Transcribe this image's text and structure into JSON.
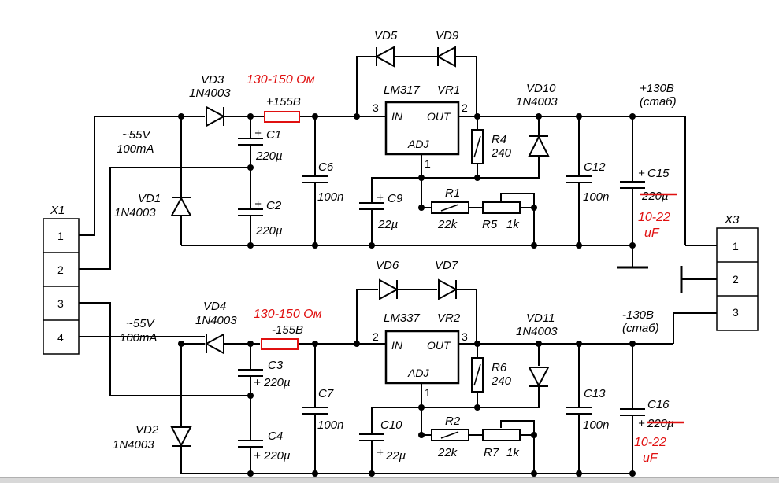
{
  "connectors": {
    "x1": {
      "name": "X1",
      "pins": [
        "1",
        "2",
        "3",
        "4"
      ]
    },
    "x3": {
      "name": "X3",
      "pins": [
        "1",
        "2",
        "3"
      ]
    }
  },
  "supply": {
    "upper_ac": "~55V",
    "upper_current": "100mA",
    "lower_ac": "~55V",
    "lower_current": "100mA"
  },
  "rails": {
    "upper_raw": "+155B",
    "lower_raw": "-155B",
    "upper_out": "+130B",
    "upper_out_note": "(стаб)",
    "lower_out": "-130B",
    "lower_out_note": "(стаб)"
  },
  "notes": {
    "resistor_upper": "130-150 Ом",
    "resistor_lower": "130-150 Ом",
    "c15_new": "10-22",
    "c15_unit": "uF",
    "c16_new": "10-22",
    "c16_unit": "uF"
  },
  "regulators": {
    "vr1": {
      "name": "VR1",
      "part": "LM317",
      "in": "IN",
      "out": "OUT",
      "adj": "ADJ",
      "pin_in": "3",
      "pin_out": "2",
      "pin_adj": "1"
    },
    "vr2": {
      "name": "VR2",
      "part": "LM337",
      "in": "IN",
      "out": "OUT",
      "adj": "ADJ",
      "pin_in": "2",
      "pin_out": "3",
      "pin_adj": "1"
    }
  },
  "diodes": {
    "vd1": {
      "name": "VD1",
      "part": "1N4003"
    },
    "vd2": {
      "name": "VD2",
      "part": "1N4003"
    },
    "vd3": {
      "name": "VD3",
      "part": "1N4003"
    },
    "vd4": {
      "name": "VD4",
      "part": "1N4003"
    },
    "vd5": {
      "name": "VD5"
    },
    "vd6": {
      "name": "VD6"
    },
    "vd7": {
      "name": "VD7"
    },
    "vd9": {
      "name": "VD9"
    },
    "vd10": {
      "name": "VD10",
      "part": "1N4003"
    },
    "vd11": {
      "name": "VD11",
      "part": "1N4003"
    }
  },
  "capacitors": {
    "c1": {
      "name": "C1",
      "value": "220µ"
    },
    "c2": {
      "name": "C2",
      "value": "220µ"
    },
    "c3": {
      "name": "C3",
      "value": "220µ"
    },
    "c4": {
      "name": "C4",
      "value": "220µ"
    },
    "c6": {
      "name": "C6",
      "value": "100n"
    },
    "c7": {
      "name": "C7",
      "value": "100n"
    },
    "c9": {
      "name": "C9",
      "value": "22µ"
    },
    "c10": {
      "name": "C10",
      "value": "22µ"
    },
    "c12": {
      "name": "C12",
      "value": "100n"
    },
    "c13": {
      "name": "C13",
      "value": "100n"
    },
    "c15": {
      "name": "C15",
      "value": "220µ"
    },
    "c16": {
      "name": "C16",
      "value": "220µ"
    }
  },
  "resistors": {
    "r1": {
      "name": "R1",
      "value": "22k"
    },
    "r2": {
      "name": "R2",
      "value": "22k"
    },
    "r4": {
      "name": "R4",
      "value": "240"
    },
    "r5": {
      "name": "R5",
      "value": "1k"
    },
    "r6": {
      "name": "R6",
      "value": "240"
    },
    "r7": {
      "name": "R7",
      "value": "1k"
    }
  },
  "polarity": {
    "plus": "+"
  },
  "colors": {
    "wire": "#000000",
    "annotation": "#e01010",
    "background": "#ffffff"
  }
}
